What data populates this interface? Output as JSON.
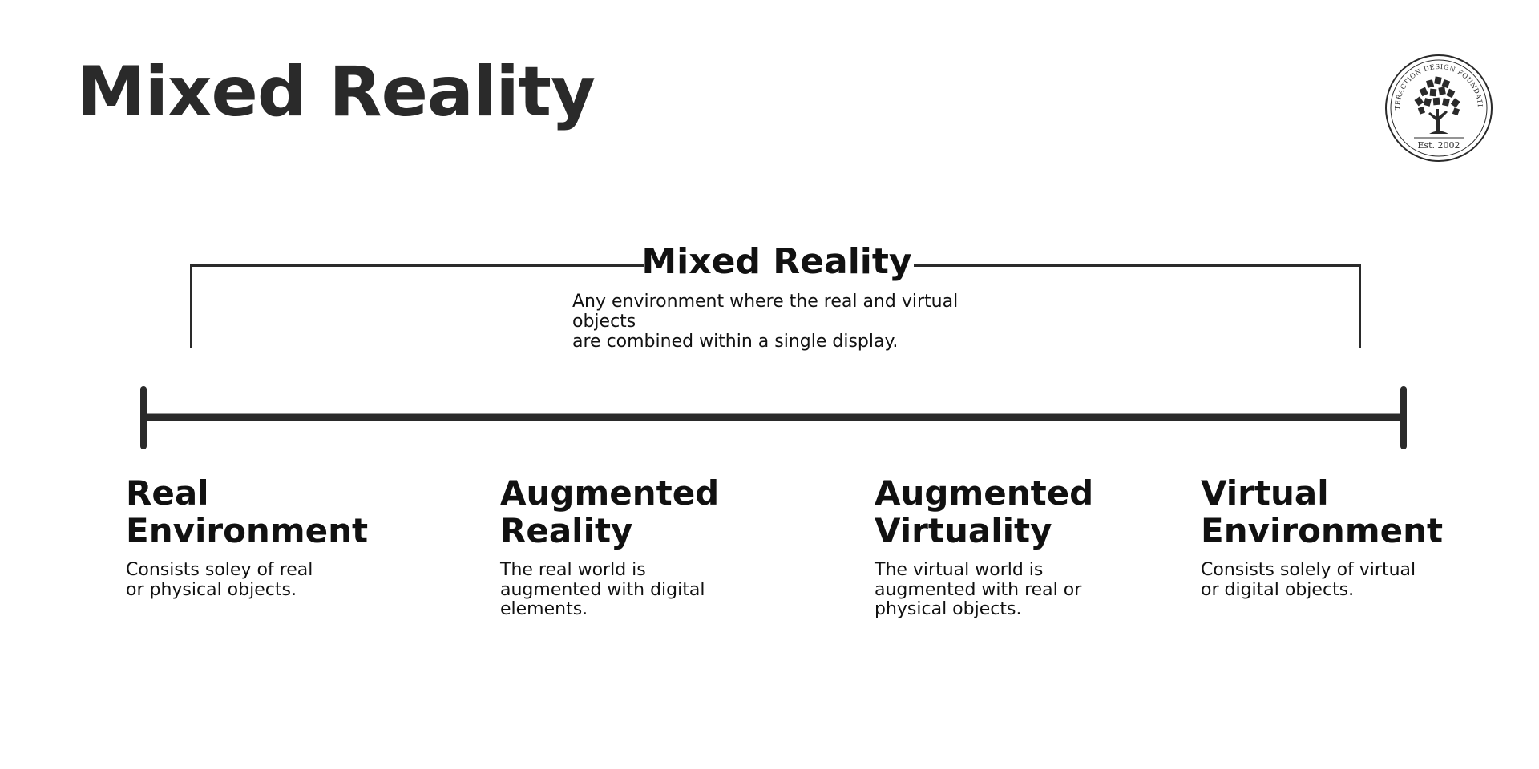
{
  "page": {
    "title": "Mixed Reality"
  },
  "logo": {
    "ring_text": "INTERACTION DESIGN FOUNDATION",
    "est_text": "Est. 2002",
    "icon": "tree-icon"
  },
  "mixed_reality": {
    "label": "Mixed Reality",
    "desc_line_1": "Any environment where the real and virtual objects",
    "desc_line_2": "are combined within a single display."
  },
  "categories": [
    {
      "title_line_1": "Real",
      "title_line_2": "Environment",
      "desc_lines": [
        "Consists soley of real",
        "or physical objects."
      ]
    },
    {
      "title_line_1": "Augmented",
      "title_line_2": "Reality",
      "desc_lines": [
        "The real world is",
        "augmented with digital",
        "elements."
      ]
    },
    {
      "title_line_1": "Augmented",
      "title_line_2": "Virtuality",
      "desc_lines": [
        "The virtual world is",
        "augmented with real or",
        "physical objects."
      ]
    },
    {
      "title_line_1": "Virtual",
      "title_line_2": "Environment",
      "desc_lines": [
        "Consists solely of virtual",
        "or digital objects."
      ]
    }
  ],
  "colors": {
    "ink": "#2a2a2a",
    "text": "#111111",
    "background": "#ffffff"
  }
}
